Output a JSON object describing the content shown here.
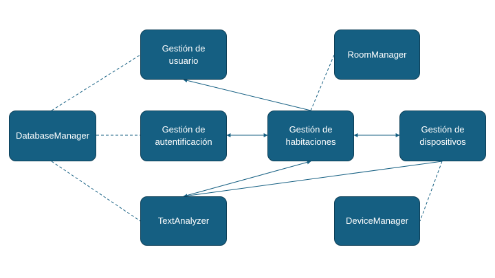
{
  "diagram": {
    "colors": {
      "node_fill": "#155f82",
      "node_border": "#0d3f57",
      "edge": "#155f82",
      "text": "#ffffff"
    },
    "nodes": {
      "database_manager": "DatabaseManager",
      "gestion_usuario": "Gestión de\nusuario",
      "gestion_autentificacion": "Gestión de\nautentificación",
      "text_analyzer": "TextAnalyzer",
      "gestion_habitaciones": "Gestión de\nhabitaciones",
      "room_manager": "RoomManager",
      "gestion_dispositivos": "Gestión de\ndispositivos",
      "device_manager": "DeviceManager"
    },
    "edges": [
      {
        "from": "database_manager",
        "to": "gestion_usuario",
        "style": "dashed"
      },
      {
        "from": "database_manager",
        "to": "gestion_autentificacion",
        "style": "dashed"
      },
      {
        "from": "database_manager",
        "to": "text_analyzer",
        "style": "dashed"
      },
      {
        "from": "gestion_habitaciones",
        "to": "gestion_usuario",
        "style": "arrow"
      },
      {
        "from": "gestion_habitaciones",
        "to": "room_manager",
        "style": "dashed"
      },
      {
        "from": "gestion_autentificacion",
        "to": "gestion_habitaciones",
        "style": "double-arrow"
      },
      {
        "from": "gestion_habitaciones",
        "to": "gestion_dispositivos",
        "style": "double-arrow"
      },
      {
        "from": "text_analyzer",
        "to": "gestion_habitaciones",
        "style": "arrow"
      },
      {
        "from": "gestion_dispositivos",
        "to": "text_analyzer",
        "style": "arrow"
      },
      {
        "from": "gestion_dispositivos",
        "to": "device_manager",
        "style": "dashed"
      }
    ]
  }
}
